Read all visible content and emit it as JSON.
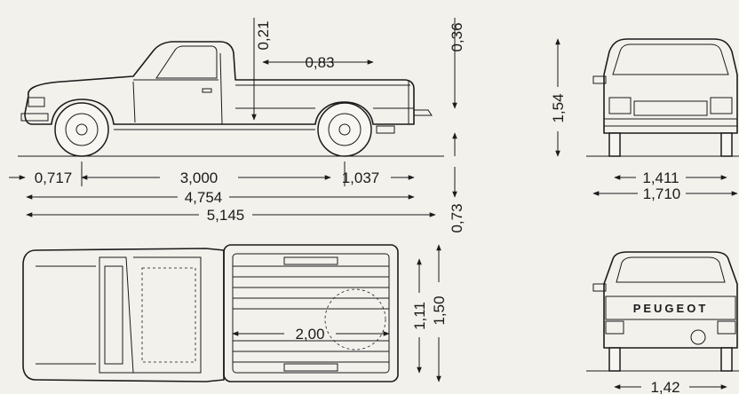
{
  "brand_lettering": "PEUGEOT",
  "dimensions": {
    "roof_height_gap": "0,21",
    "bed_offset": "0,83",
    "bed_floor_height": "0,36",
    "front_overhang": "0,717",
    "wheelbase": "3,000",
    "rear_overhang": "1,037",
    "cab_length": "4,754",
    "overall_length": "5,145",
    "ground_clearance": "0,73",
    "overall_height": "1,54",
    "front_track": "1,411",
    "overall_width": "1,710",
    "bed_length": "2,00",
    "bed_inner_width": "1,11",
    "bed_outer_width": "1,50",
    "rear_track": "1,42"
  }
}
